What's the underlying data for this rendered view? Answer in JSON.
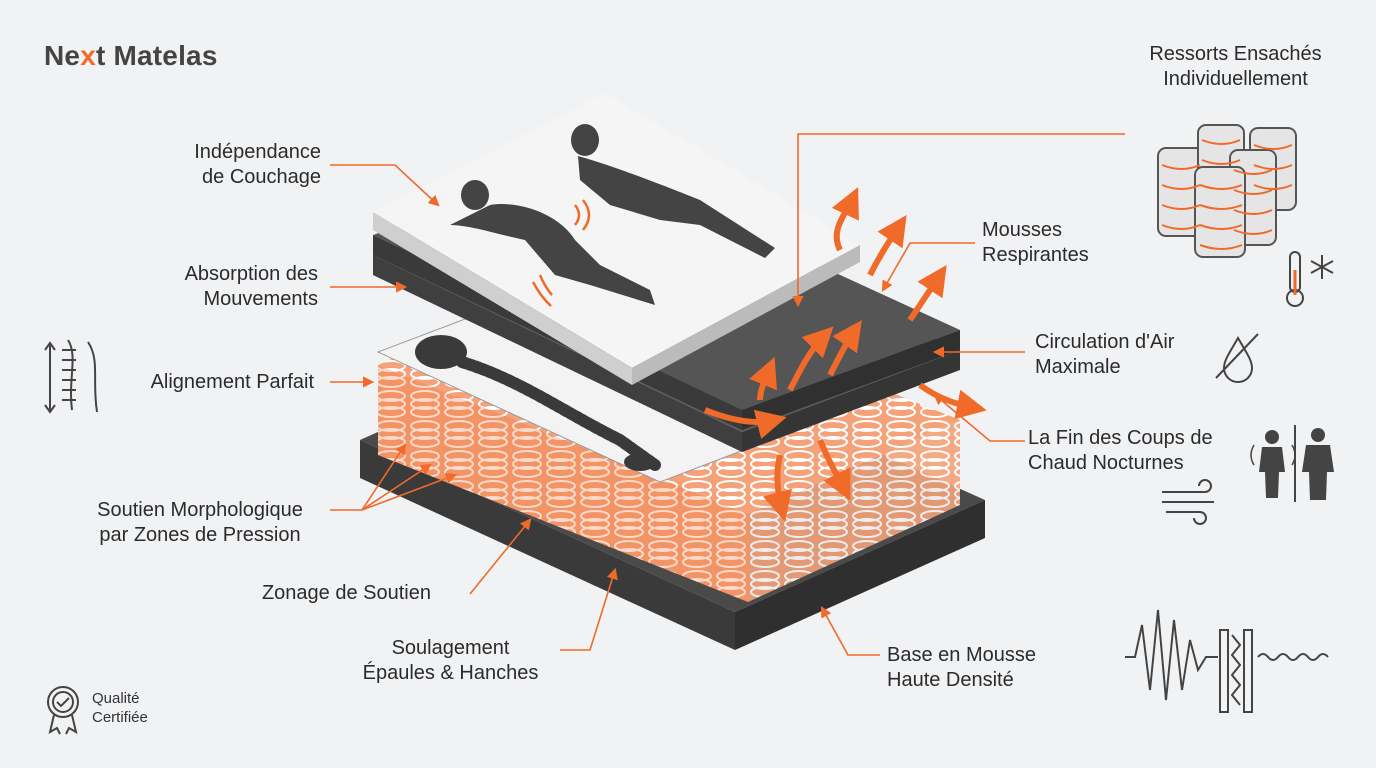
{
  "brand": {
    "prefix": "Ne",
    "accent": "x",
    "suffix": "t Matelas"
  },
  "colors": {
    "accent": "#f06a2a",
    "dark": "#3f3f3f",
    "light": "#f1f2f4"
  },
  "labels": {
    "independance": "Indépendance\nde Couchage",
    "absorption": "Absorption des\nMouvements",
    "alignement": "Alignement Parfait",
    "soutien_morpho": "Soutien Morphologique\npar Zones de Pression",
    "zonage": "Zonage de Soutien",
    "soulagement": "Soulagement\nÉpaules & Hanches",
    "ressorts": "Ressorts Ensachés\nIndividuellement",
    "mousses": "Mousses\nRespirantes",
    "circulation": "Circulation d'Air\nMaximale",
    "fin_coups": "La Fin des Coups de\nChaud Nocturnes",
    "base": "Base en Mousse\nHaute Densité"
  },
  "badge": {
    "text": "Qualité\nCertifiée",
    "icon": "certified-badge-icon"
  },
  "icons": [
    "spine-alignment-icon",
    "coil-springs-icon",
    "thermometer-icon",
    "snowflake-icon",
    "no-sweat-icon",
    "person-heat-icon",
    "person-cool-icon",
    "wind-icon",
    "vibration-dampening-icon"
  ]
}
